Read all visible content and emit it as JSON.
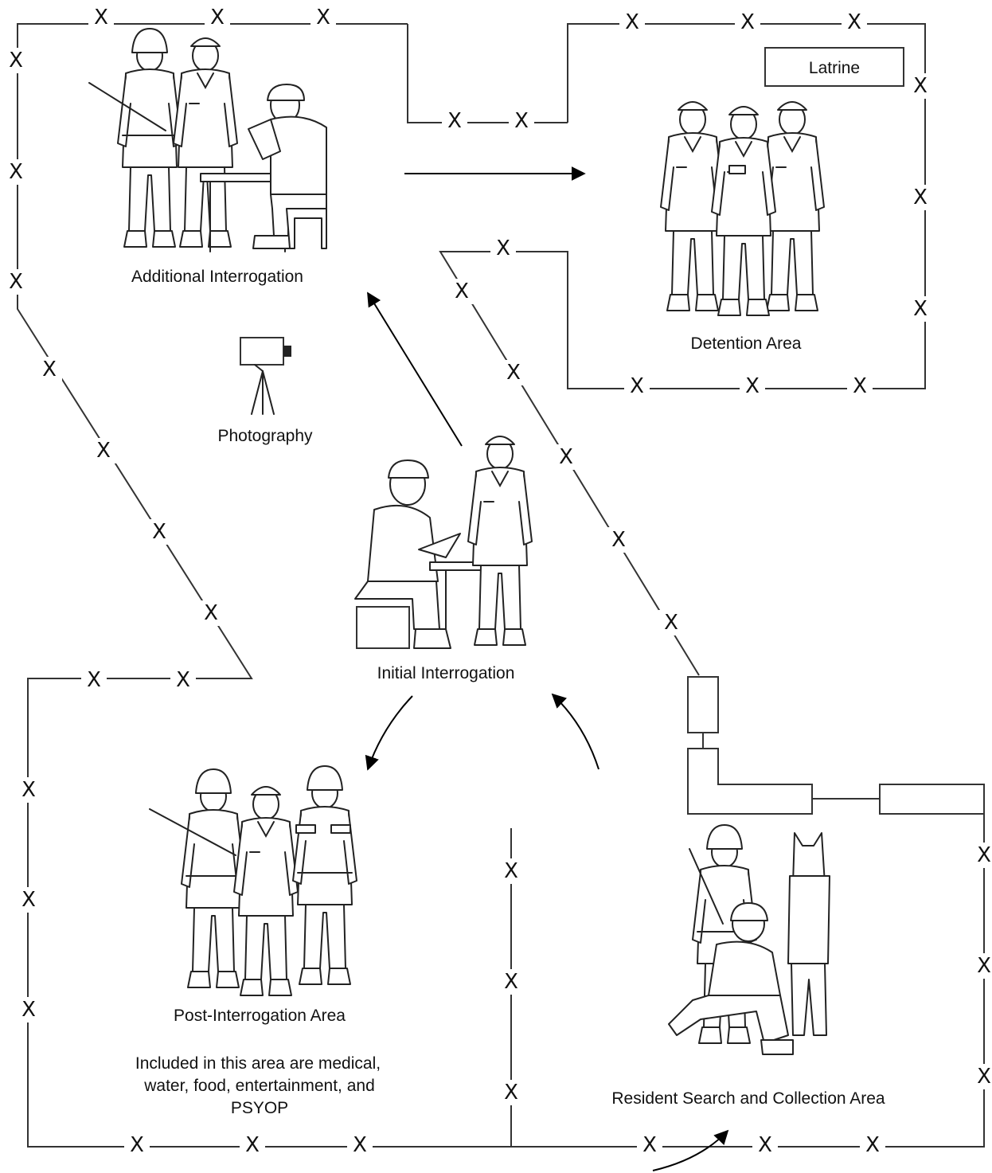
{
  "areas": {
    "additional_interrogation": "Additional Interrogation",
    "detention_area": "Detention Area",
    "latrine": "Latrine",
    "photography": "Photography",
    "initial_interrogation": "Initial Interrogation",
    "post_interrogation_area": "Post-Interrogation Area",
    "post_interrogation_note": [
      "Included in this area are medical,",
      "water, food, entertainment, and",
      "PSYOP"
    ],
    "resident_search_area": "Resident Search and Collection Area"
  },
  "fence_marker": "X"
}
